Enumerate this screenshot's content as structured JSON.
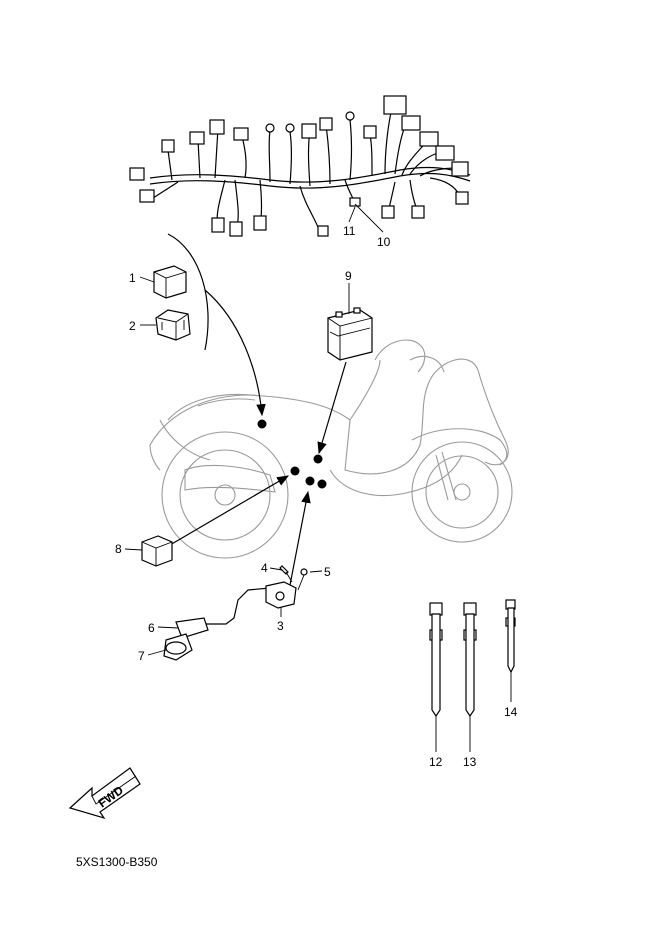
{
  "callouts": [
    {
      "id": "1",
      "text": "1"
    },
    {
      "id": "2",
      "text": "2"
    },
    {
      "id": "3",
      "text": "3"
    },
    {
      "id": "4",
      "text": "4"
    },
    {
      "id": "5",
      "text": "5"
    },
    {
      "id": "6",
      "text": "6"
    },
    {
      "id": "7",
      "text": "7"
    },
    {
      "id": "8",
      "text": "8"
    },
    {
      "id": "9",
      "text": "9"
    },
    {
      "id": "10",
      "text": "10"
    },
    {
      "id": "11",
      "text": "11"
    },
    {
      "id": "12",
      "text": "12"
    },
    {
      "id": "13",
      "text": "13"
    },
    {
      "id": "14",
      "text": "14"
    }
  ],
  "fwd_label": "FWD",
  "drawing_code": "5XS1300-B350"
}
